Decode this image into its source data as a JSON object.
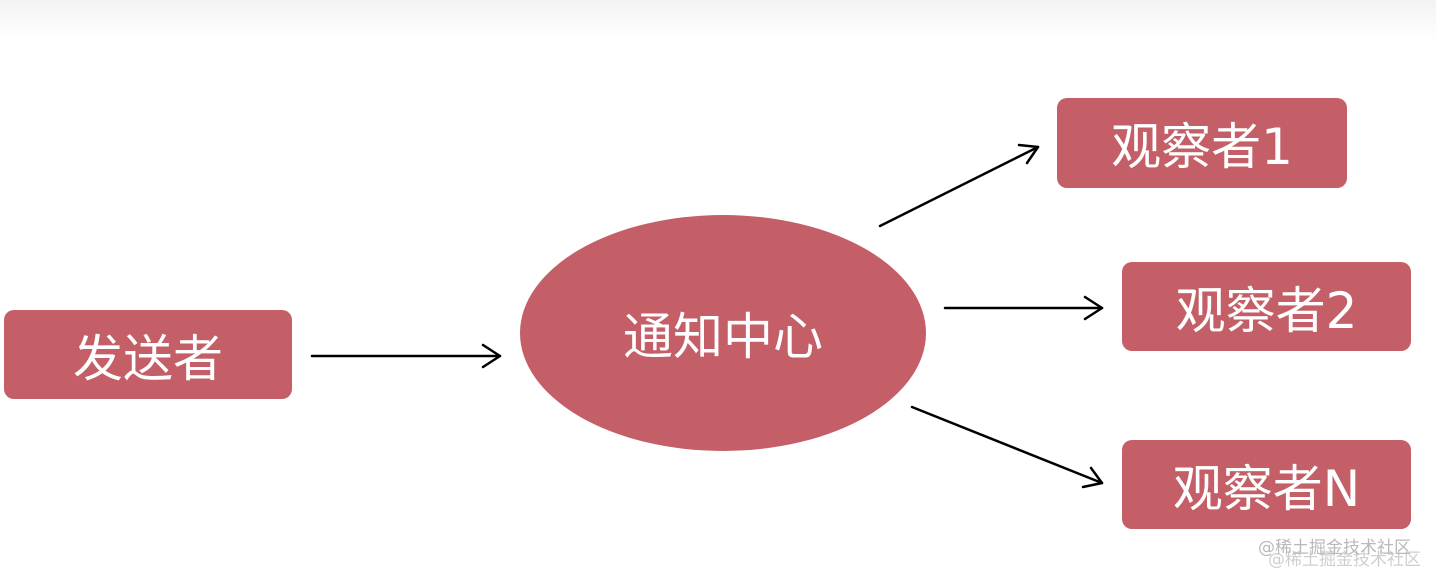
{
  "diagram": {
    "sender": {
      "label": "发送者"
    },
    "center": {
      "label": "通知中心"
    },
    "observers": [
      {
        "label": "观察者1"
      },
      {
        "label": "观察者2"
      },
      {
        "label": "观察者N"
      }
    ]
  },
  "watermark": "@稀土掘金技术社区",
  "colors": {
    "node_fill": "#c45f68",
    "node_text": "#ffffff",
    "arrow": "#000000"
  }
}
